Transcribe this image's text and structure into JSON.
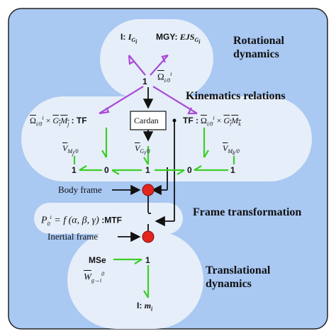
{
  "titles": {
    "rotational": "Rotational dynamics",
    "kinematics": "Kinematics relations",
    "frame_transformation": "Frame transformation",
    "translational": "Translational dynamics"
  },
  "labels": {
    "body_frame": "Body frame",
    "inertial_frame": "Inertial frame",
    "cardan": "Cardan"
  },
  "nodes": {
    "inertia_prefix": "I:",
    "inertia_sym": "I",
    "inertia_sub": "G",
    "inertia_subsub": "i",
    "mgy_prefix": "MGY:",
    "mgy_sym": "EJS",
    "mgy_sub": "G",
    "mgy_subsub": "i",
    "rot_junction": "1",
    "omega_sym": "Ω",
    "omega_sub": "i/0",
    "omega_sup": "i",
    "tf_left": "TF",
    "tf_right_prefix": "TF :",
    "cross": "×",
    "gm_left": "G",
    "gm_left_sub_i": "i",
    "gm_left_m": "M",
    "gm_left_sub_j": "j",
    "gm_right_m": "M",
    "gm_right_sub_k": "k",
    "v_sym": "V",
    "v_left_sub": "M",
    "v_left_subsub": "j",
    "v_left_tail": "/0",
    "v_mid_sub": "G",
    "v_mid_subsub": "i",
    "v_mid_tail": "/0",
    "v_right_sub": "M",
    "v_right_subsub": "k",
    "v_right_tail": "/0",
    "kin_junctions": [
      "1",
      "0",
      "1",
      "0",
      "1"
    ],
    "mtf_p": "P",
    "mtf_p_sub": "0",
    "mtf_p_sup": "i",
    "mtf_eq": "= f (α, β, γ)",
    "mtf_label": ":MTF",
    "mse": "MSe",
    "w_sym": "W",
    "w_sub": "g→i",
    "w_sup": "0",
    "trans_junction": "1",
    "mass_prefix": "I:",
    "mass_sym": "m",
    "mass_sub": "i"
  },
  "colors": {
    "background": "#a9c8f2",
    "bubble": "#e6eef9",
    "bond_purple": "#a94bd6",
    "bond_green": "#3ccf28",
    "sensor_red": "#e3251d"
  }
}
